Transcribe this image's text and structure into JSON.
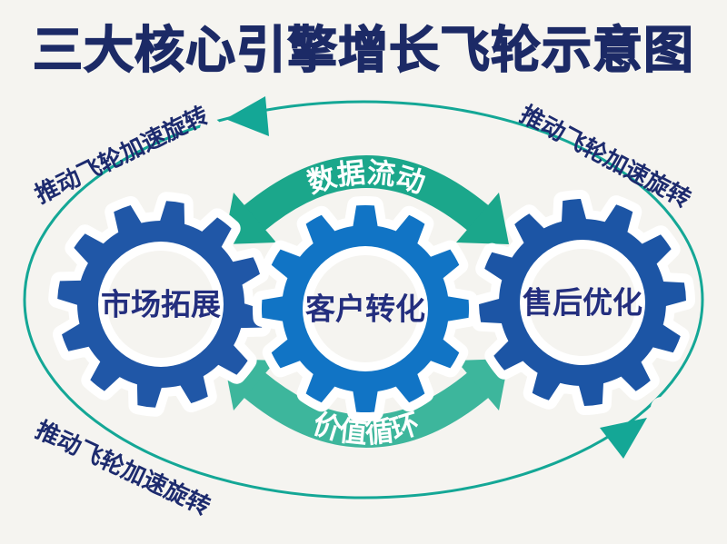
{
  "title": "三大核心引擎增长飞轮示意图",
  "gears": [
    {
      "label": "市场拓展",
      "color": "#2057a7"
    },
    {
      "label": "客户转化",
      "color": "#1174c5"
    },
    {
      "label": "售后优化",
      "color": "#1c55a5"
    }
  ],
  "arrows": {
    "top": {
      "label": "数据流动",
      "color": "#1ba78b"
    },
    "bottom": {
      "label": "价值循环",
      "color": "#3db69c"
    }
  },
  "flywheel_labels": [
    {
      "position": "top-left",
      "text": "推动飞轮加速旋转"
    },
    {
      "position": "top-right",
      "text": "推动飞轮加速旋转"
    },
    {
      "position": "bottom-left",
      "text": "推动飞轮加速旋转"
    }
  ],
  "colors": {
    "navy_text": "#1c2a66",
    "gear_label": "#232e7e",
    "orbit_teal": "#14a796",
    "arrow_text": "#ffffff",
    "background": "#f5f4f0"
  }
}
